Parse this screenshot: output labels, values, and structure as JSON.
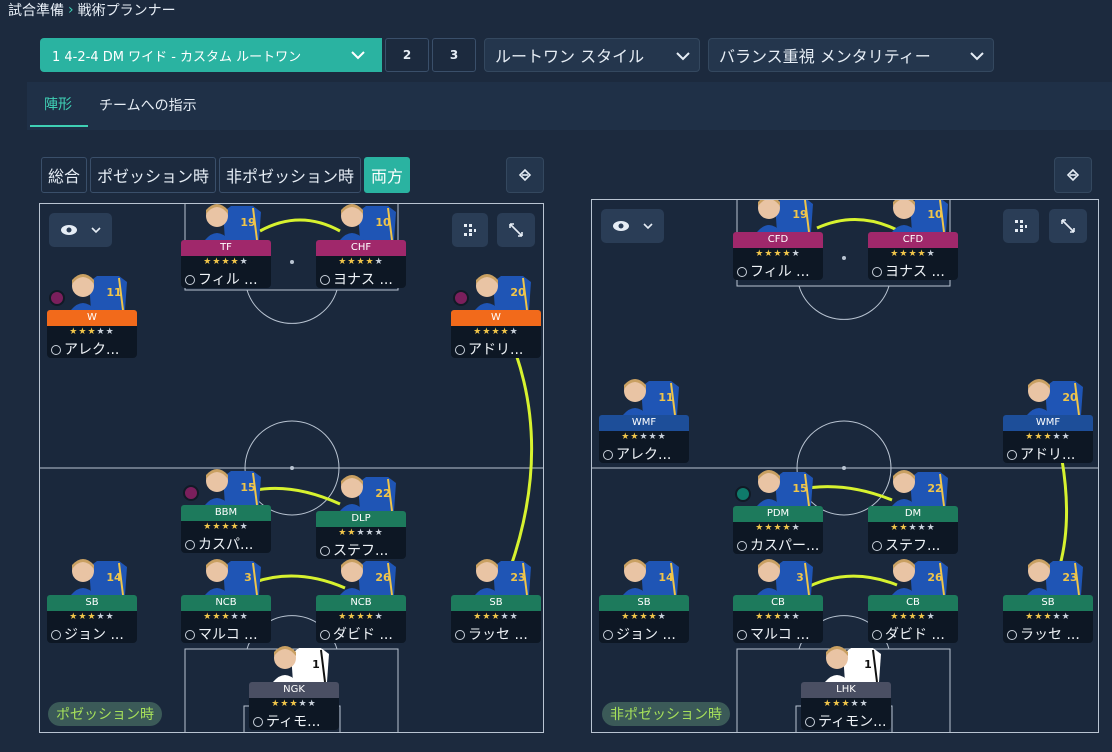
{
  "breadcrumb": {
    "parent": "試合準備",
    "current": "戦術プランナー"
  },
  "toolbar": {
    "formation": "1  4-2-4 DM ワイド - カスタム ルートワン",
    "slot2": "2",
    "slot3": "3",
    "style": "ルートワン  スタイル",
    "mentality": "バランス重視  メンタリティー"
  },
  "tabs": {
    "formation": "陣形",
    "instructions": "チームへの指示"
  },
  "view_modes": {
    "overall": "総合",
    "in_possession": "ポゼッション時",
    "out_possession": "非ポゼッション時",
    "both": "両方"
  },
  "colors": {
    "accent": "#2ab3a1",
    "line": "#d7f22f",
    "role_purple": "#a0286b",
    "role_orange": "#f26a1b",
    "role_green": "#1d7a5c",
    "role_blue": "#1d4e99",
    "role_gray": "#4a4f63"
  },
  "pitch_left": {
    "phase_label": "ポゼッション時",
    "players": [
      {
        "role": "TF",
        "number": "19",
        "stars": 3.5,
        "name": "フィル ...",
        "color": "purple"
      },
      {
        "role": "CHF",
        "number": "10",
        "stars": 3.5,
        "name": "ヨナス ...",
        "color": "purple"
      },
      {
        "role": "W",
        "number": "11",
        "stars": 3,
        "name": "アレク...",
        "color": "orange"
      },
      {
        "role": "W",
        "number": "20",
        "stars": 3.5,
        "name": "アドリ...",
        "color": "orange"
      },
      {
        "role": "BBM",
        "number": "15",
        "stars": 3.5,
        "name": "カスパ...",
        "color": "green"
      },
      {
        "role": "DLP",
        "number": "22",
        "stars": 2,
        "name": "ステフ...",
        "color": "green"
      },
      {
        "role": "SB",
        "number": "14",
        "stars": 3,
        "name": "ジョン ...",
        "color": "green"
      },
      {
        "role": "NCB",
        "number": "3",
        "stars": 3,
        "name": "マルコ ...",
        "color": "green"
      },
      {
        "role": "NCB",
        "number": "26",
        "stars": 3.5,
        "name": "ダビド ...",
        "color": "green"
      },
      {
        "role": "SB",
        "number": "23",
        "stars": 3,
        "name": "ラッセ ...",
        "color": "green"
      },
      {
        "role": "NGK",
        "number": "1",
        "stars": 3,
        "name": "ティモ...",
        "color": "gray"
      }
    ]
  },
  "pitch_right": {
    "phase_label": "非ポゼッション時",
    "players": [
      {
        "role": "CFD",
        "number": "19",
        "stars": 3.5,
        "name": "フィル ...",
        "color": "purple"
      },
      {
        "role": "CFD",
        "number": "10",
        "stars": 3.5,
        "name": "ヨナス ...",
        "color": "purple"
      },
      {
        "role": "WMF",
        "number": "11",
        "stars": 1.5,
        "name": "アレク...",
        "color": "blue"
      },
      {
        "role": "WMF",
        "number": "20",
        "stars": 3,
        "name": "アドリ...",
        "color": "blue"
      },
      {
        "role": "PDM",
        "number": "15",
        "stars": 3.5,
        "name": "カスパー...",
        "color": "green"
      },
      {
        "role": "DM",
        "number": "22",
        "stars": 1.5,
        "name": "ステフ...",
        "color": "green"
      },
      {
        "role": "SB",
        "number": "14",
        "stars": 3.5,
        "name": "ジョン ...",
        "color": "green"
      },
      {
        "role": "CB",
        "number": "3",
        "stars": 3,
        "name": "マルコ ...",
        "color": "green"
      },
      {
        "role": "CB",
        "number": "26",
        "stars": 3.5,
        "name": "ダビド ...",
        "color": "green"
      },
      {
        "role": "SB",
        "number": "23",
        "stars": 3,
        "name": "ラッセ ...",
        "color": "green"
      },
      {
        "role": "LHK",
        "number": "1",
        "stars": 3,
        "name": "ティモン...",
        "color": "gray"
      }
    ]
  }
}
